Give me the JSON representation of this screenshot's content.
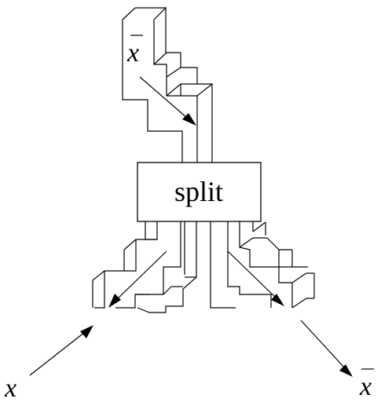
{
  "diagram": {
    "box_label": "split",
    "input_top_label": "x",
    "output_left_label": "x",
    "output_right_label": "x"
  }
}
